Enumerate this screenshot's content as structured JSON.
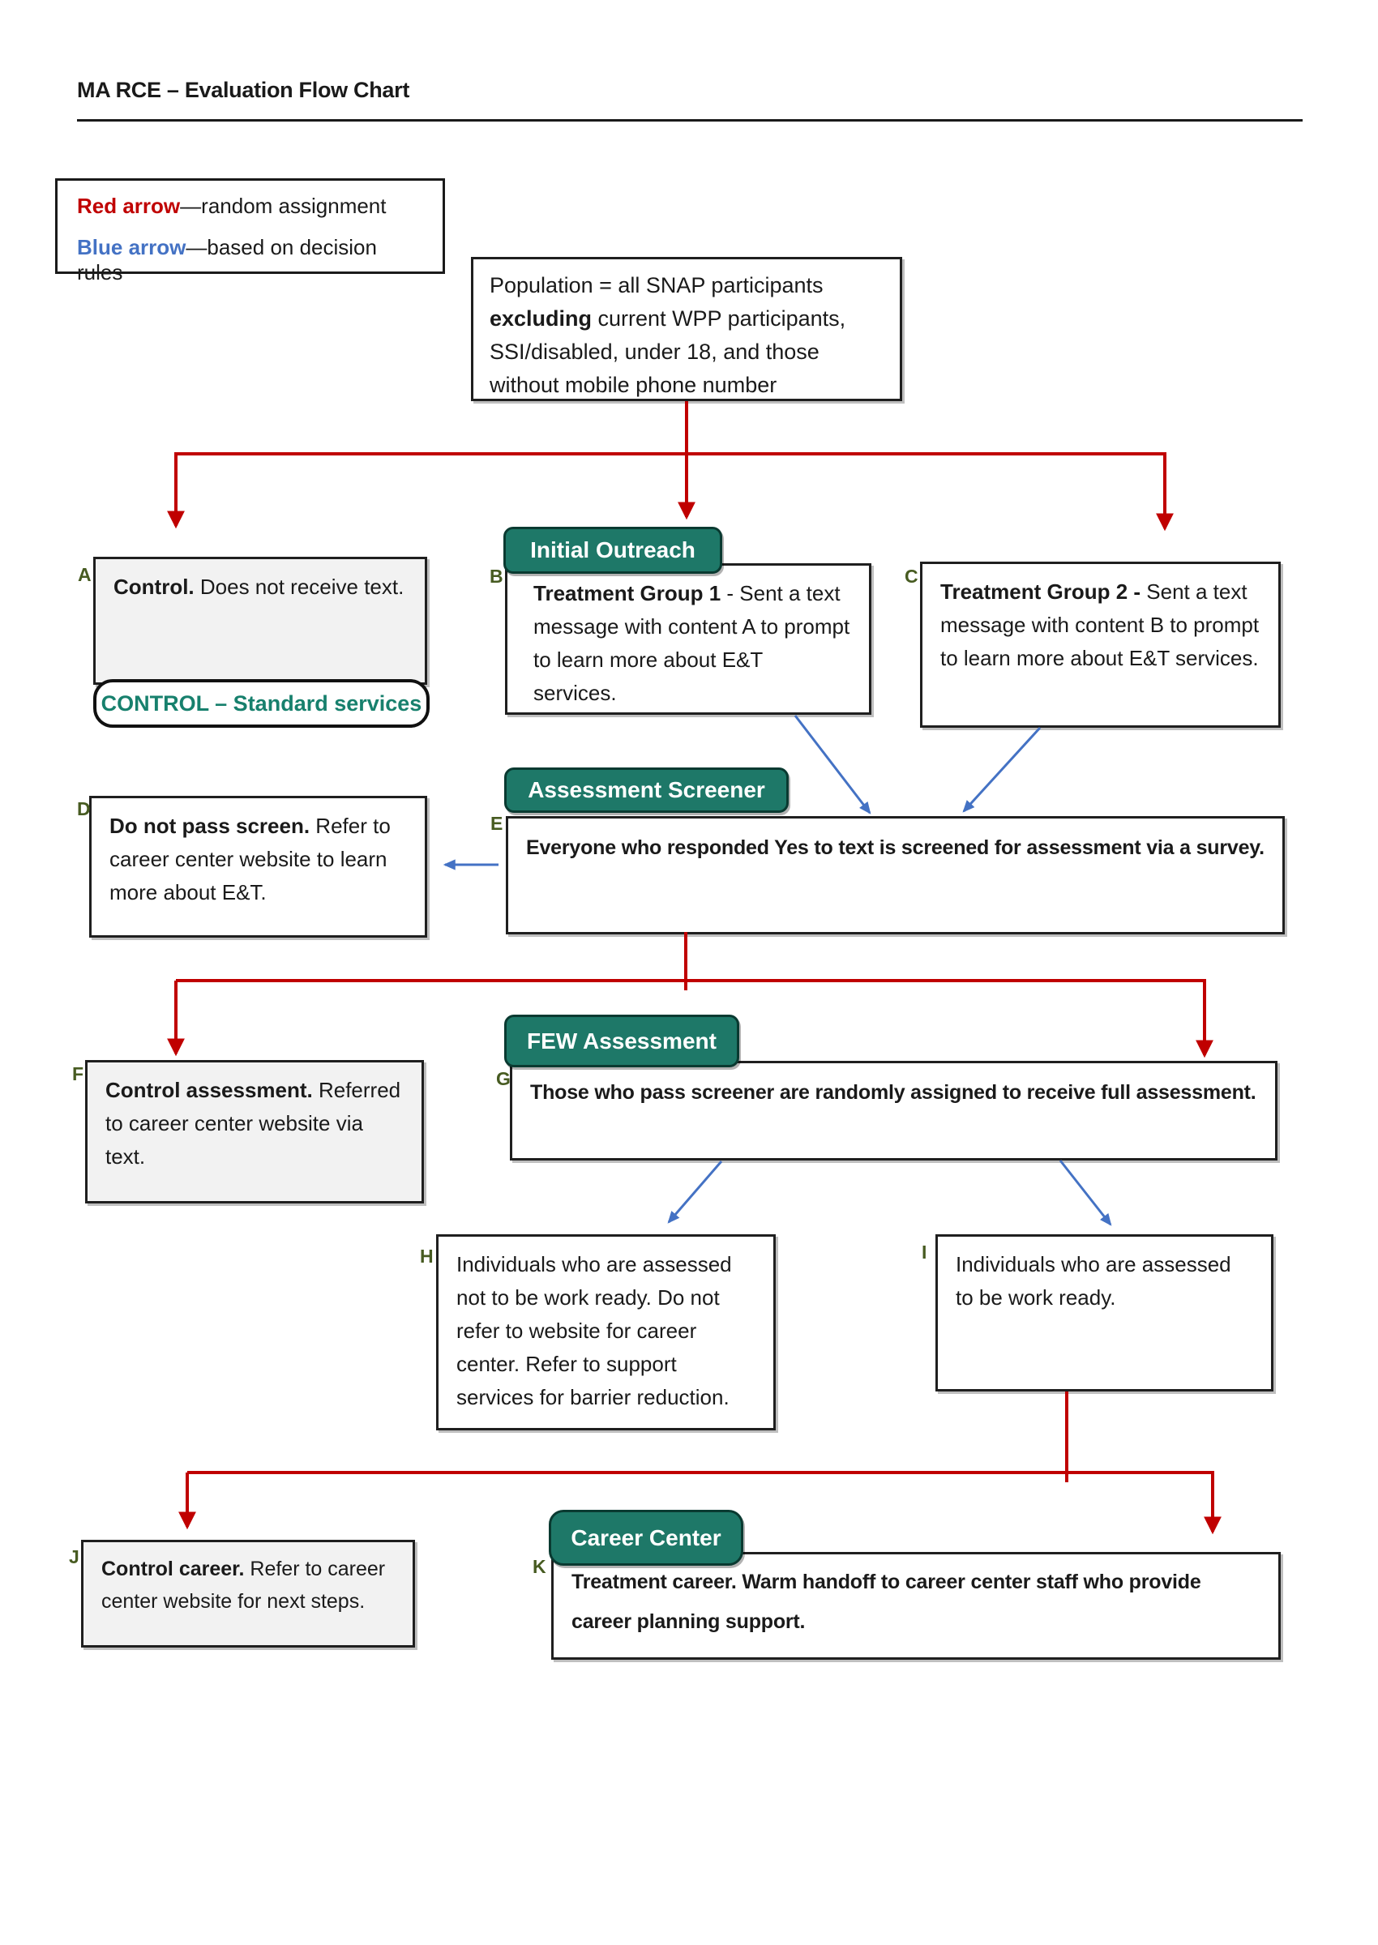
{
  "page": {
    "title": "MA RCE – Evaluation Flow Chart"
  },
  "legend": {
    "red_term": "Red arrow",
    "red_desc": "—random assignment",
    "blue_term": "Blue arrow",
    "blue_desc": "—based on decision rules"
  },
  "population": {
    "pre": "Population = all SNAP participants ",
    "bold": "excluding",
    "post": " current WPP participants, SSI/disabled, under 18, and those without mobile phone number"
  },
  "headers": {
    "initial_outreach": "Initial Outreach",
    "assessment_screener": "Assessment Screener",
    "few_assessment": "FEW Assessment",
    "career_center": "Career Center"
  },
  "nodes": {
    "a": {
      "tag": "A",
      "lead": "Control.",
      "rest": " Does not receive text."
    },
    "control_badge": "CONTROL – Standard services",
    "b": {
      "tag": "B",
      "lead": "Treatment Group 1",
      "rest": " - Sent a text message with content A to prompt to learn more about E&T services."
    },
    "c": {
      "tag": "C",
      "lead": "Treatment Group 2 -",
      "rest": " Sent a text message with content B to prompt to learn more about E&T services."
    },
    "d": {
      "tag": "D",
      "lead": "Do not pass screen.",
      "rest": " Refer to career center website to learn more about E&T."
    },
    "e": {
      "tag": "E",
      "lead": "Everyone who responded Yes to text is screened for assessment via a survey.",
      "rest": ""
    },
    "f": {
      "tag": "F",
      "lead": "Control assessment.",
      "rest": " Referred to career center website via text."
    },
    "g": {
      "tag": "G",
      "lead": "Those who pass screener are randomly assigned to receive full assessment.",
      "rest": ""
    },
    "h": {
      "tag": "H",
      "lead": "",
      "rest": "Individuals who are assessed not to be work ready. Do not refer to website for career center. Refer to support services for barrier reduction."
    },
    "i": {
      "tag": "I",
      "lead": "",
      "rest": "Individuals who are assessed to be work ready."
    },
    "j": {
      "tag": "J",
      "lead": "Control career.",
      "rest": " Refer to career center website for next steps."
    },
    "k": {
      "tag": "K",
      "lead": "Treatment career.",
      "rest": " Warm handoff to career center staff who provide career planning support."
    }
  },
  "colors": {
    "red_arrow": "#C00000",
    "blue_arrow": "#4472C4",
    "header_teal": "#1E7868",
    "tag_green": "#475B21",
    "badge_teal": "#17806D"
  }
}
